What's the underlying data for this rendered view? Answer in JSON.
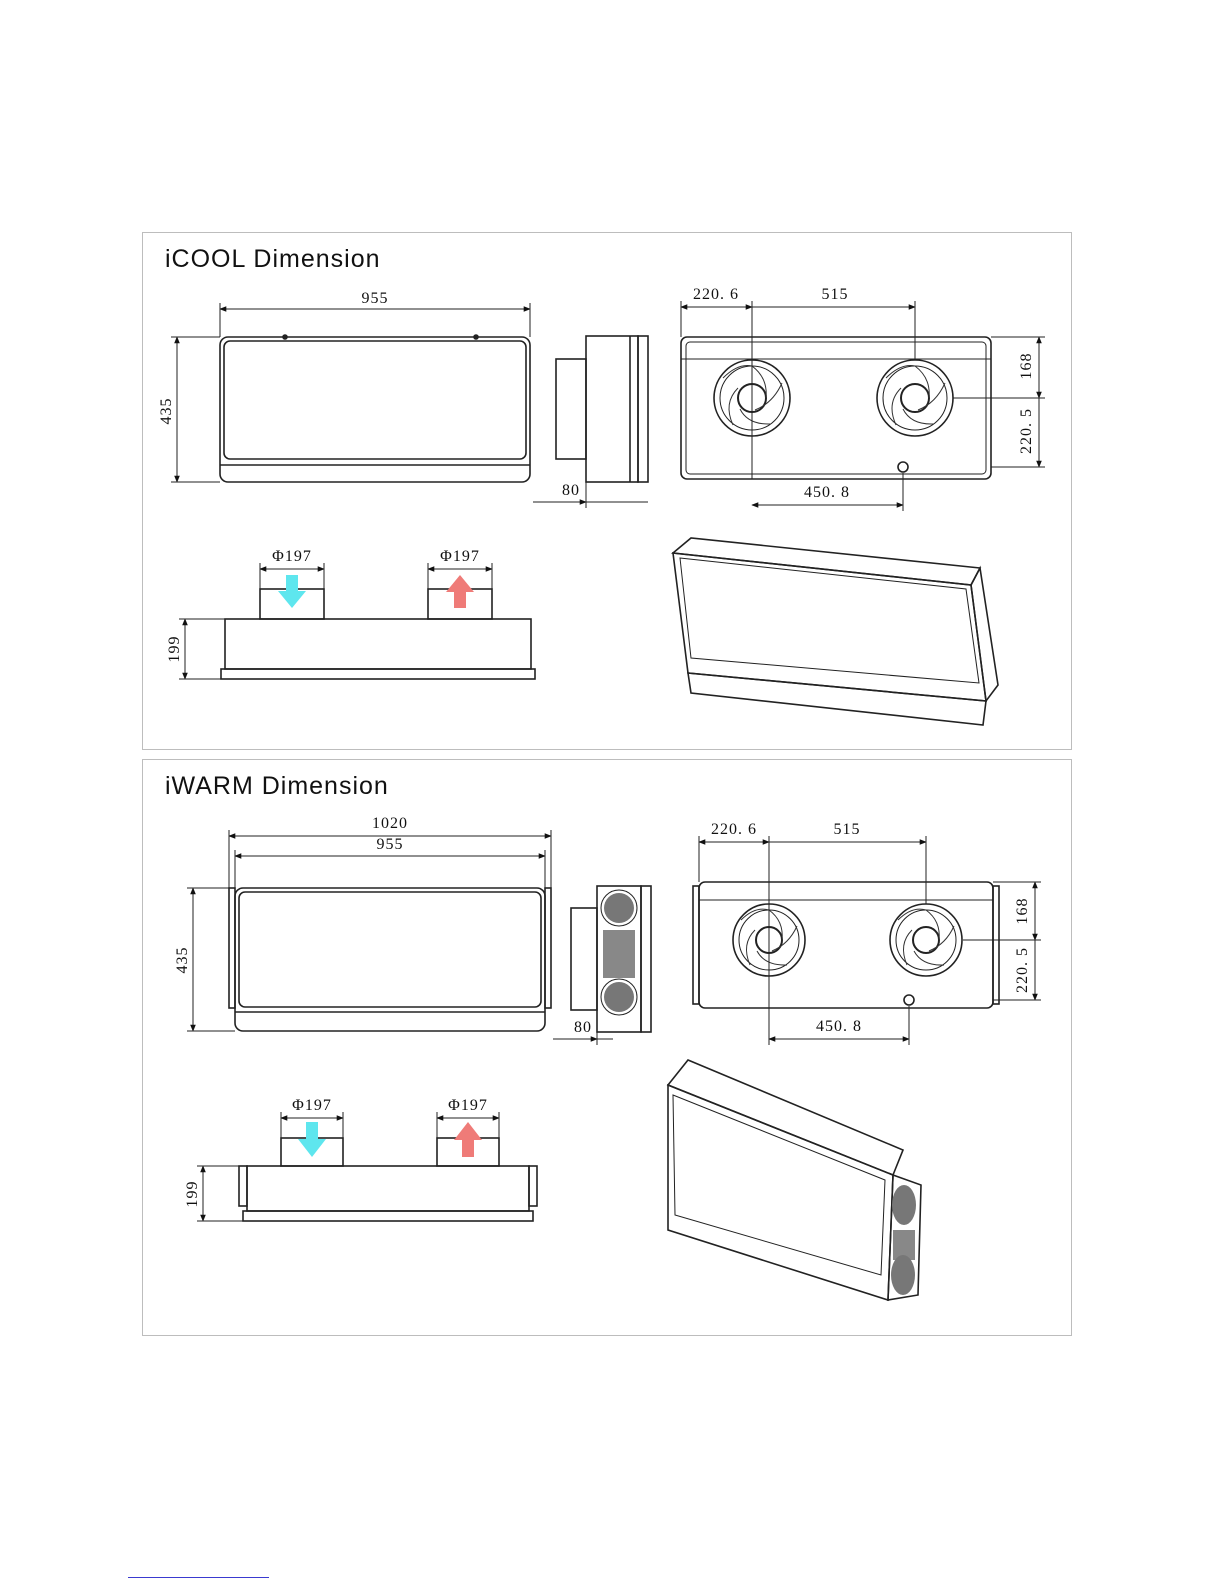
{
  "icool": {
    "title": "iCOOL Dimension",
    "front_width": "955",
    "front_height": "435",
    "side_depth": "80",
    "back_left_offset": "220. 6",
    "back_fan_spacing": "515",
    "back_top_offset": "168",
    "back_lower_offset": "220. 5",
    "back_bottom_span": "450. 8",
    "top_duct_left": "Φ197",
    "top_duct_right": "Φ197",
    "top_height": "199"
  },
  "iwarm": {
    "title": "iWARM Dimension",
    "front_outer_width": "1020",
    "front_width": "955",
    "front_height": "435",
    "side_depth": "80",
    "back_left_offset": "220. 6",
    "back_fan_spacing": "515",
    "back_top_offset": "168",
    "back_lower_offset": "220. 5",
    "back_bottom_span": "450. 8",
    "top_duct_left": "Φ197",
    "top_duct_right": "Φ197",
    "top_height": "199"
  },
  "colors": {
    "intake_arrow": "#5ee6ee",
    "exhaust_arrow": "#ef7b78",
    "line": "#222222"
  }
}
